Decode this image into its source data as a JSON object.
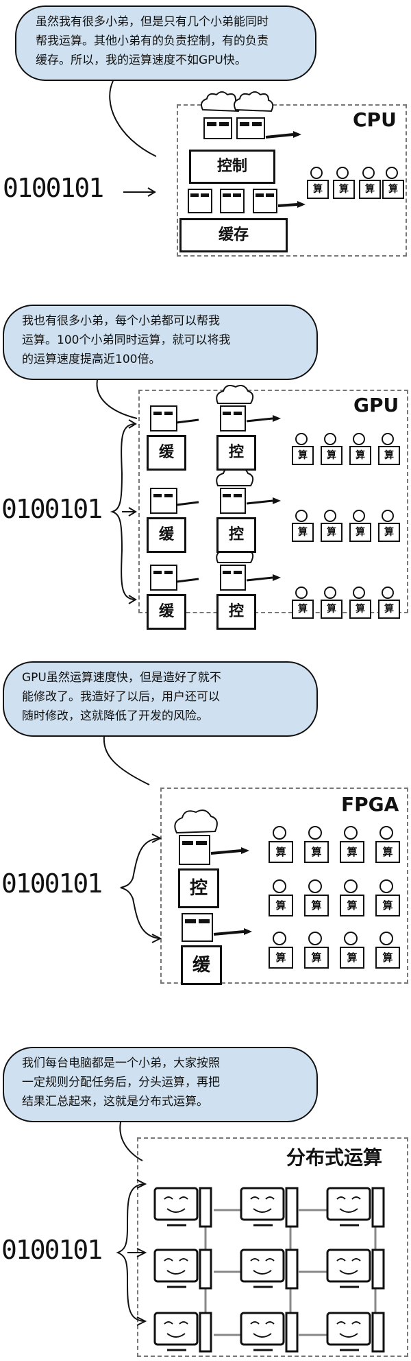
{
  "cpu": {
    "bubble_lines": [
      "虽然我有很多小弟，但是只有几个小弟能同时",
      "帮我运算。其他小弟有的负责控制，有的负责",
      "缓存。所以，我的运算速度不如GPU快。"
    ],
    "title": "CPU",
    "bits": "0100101",
    "control_label": "控制",
    "cache_label": "缓存",
    "worker_label": "算"
  },
  "gpu": {
    "bubble_lines": [
      "我也有很多小弟，每个小弟都可以帮我",
      "运算。100个小弟同时运算，就可以将我",
      "的运算速度提高近100倍。"
    ],
    "title": "GPU",
    "bits": "0100101",
    "cache_label": "缓",
    "control_label": "控",
    "worker_label": "算"
  },
  "fpga": {
    "bubble_lines": [
      "GPU虽然运算速度快，但是造好了就不",
      "能修改了。我造好了以后，用户还可以",
      "随时修改，这就降低了开发的风险。"
    ],
    "title": "FPGA",
    "bits": "0100101",
    "control_label": "控",
    "cache_label": "缓",
    "worker_label": "算"
  },
  "distributed": {
    "bubble_lines": [
      "我们每台电脑都是一个小弟，大家按照",
      "一定规则分配任务后，分头运算，再把",
      "结果汇总起来，这就是分布式运算。"
    ],
    "title": "分布式运算",
    "bits": "0100101"
  }
}
